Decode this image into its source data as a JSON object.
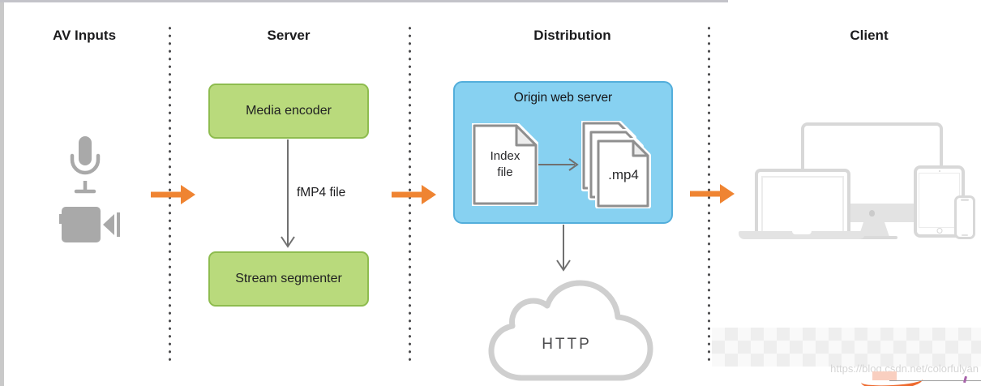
{
  "columns": [
    {
      "label": "AV Inputs"
    },
    {
      "label": "Server"
    },
    {
      "label": "Distribution"
    },
    {
      "label": "Client"
    }
  ],
  "av_inputs": {
    "icons": [
      "microphone-icon",
      "video-camera-icon"
    ]
  },
  "server": {
    "encoder": "Media encoder",
    "flow_file": "fMP4 file",
    "segmenter": "Stream segmenter"
  },
  "distribution": {
    "box_title": "Origin web server",
    "index_file": "Index\nfile",
    "media_file": ".mp4",
    "cloud": "HTTP"
  },
  "client": {
    "icons": [
      "imac-icon",
      "macbook-icon",
      "ipad-icon",
      "iphone-icon"
    ]
  },
  "watermark": {
    "url": "https://blog.csdn.net/colorfulyan"
  },
  "colors": {
    "arrow_orange": "#EF8432",
    "box_green_fill": "#B9DA7C",
    "box_green_border": "#8EBC4F",
    "box_blue_fill": "#87D1F1",
    "box_blue_border": "#53AEDB",
    "icon_gray": "#A9A9A9",
    "device_gray": "#D8D8D8",
    "cloud_gray": "#CFCFCF",
    "flow_arrow_gray": "#707070"
  }
}
